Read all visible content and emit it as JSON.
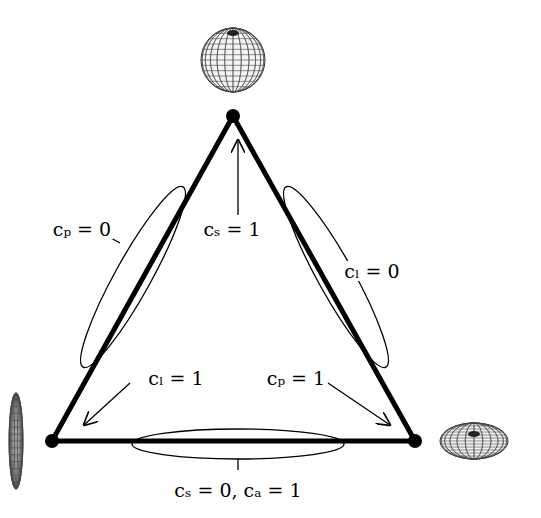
{
  "diagram": {
    "labels": [
      "cₚ = 0",
      "cₛ = 1",
      "cₗ = 0",
      "cₗ = 1",
      "cₚ = 1",
      "cₛ = 0, cₐ = 1"
    ]
  }
}
